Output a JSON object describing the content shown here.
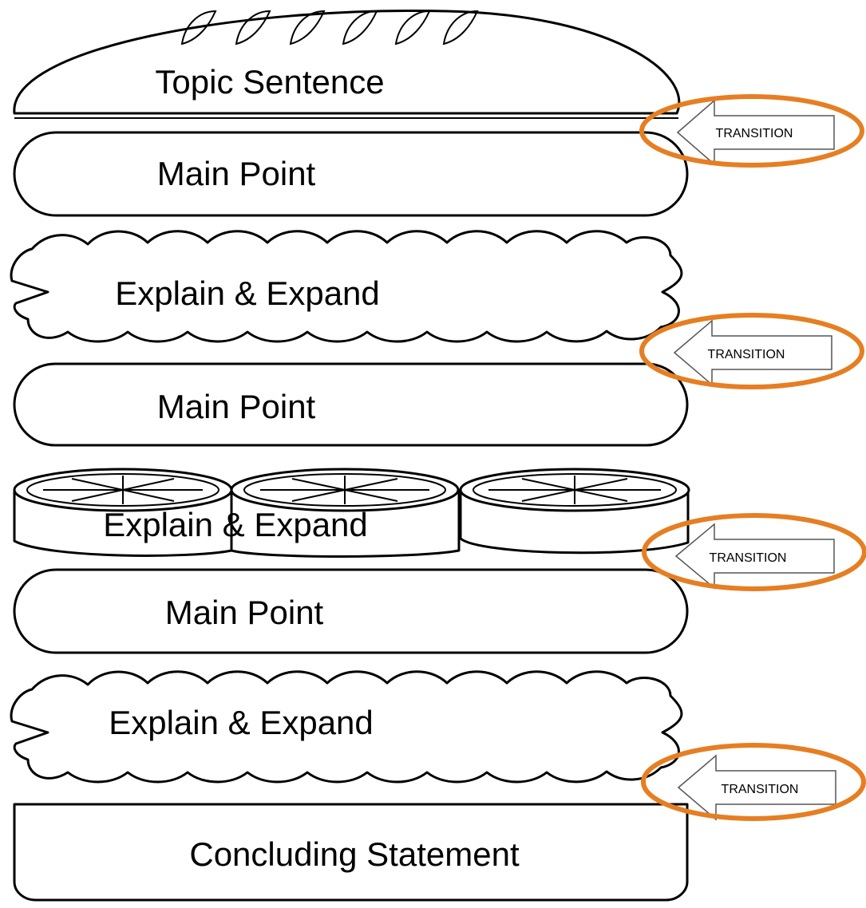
{
  "layers": {
    "top_bun": "Topic Sentence",
    "main_point_1": "Main Point",
    "lettuce_1": "Explain & Expand",
    "main_point_2": "Main Point",
    "tomato": "Explain & Expand",
    "main_point_3": "Main Point",
    "lettuce_2": "Explain & Expand",
    "bottom_bun": "Concluding Statement"
  },
  "transitions": [
    "TRANSITION",
    "TRANSITION",
    "TRANSITION",
    "TRANSITION"
  ],
  "colors": {
    "highlight_ring": "#e67e22",
    "outline": "#000000",
    "fill": "#ffffff"
  }
}
